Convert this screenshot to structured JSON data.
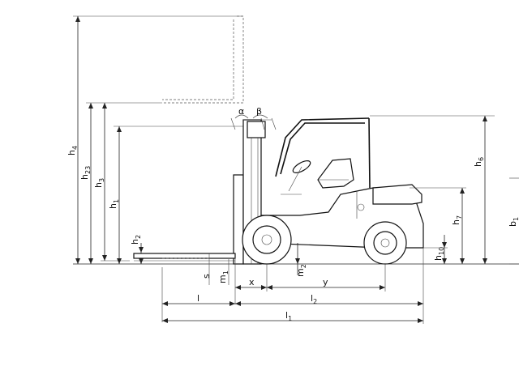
{
  "labels": {
    "h4": {
      "main": "h",
      "sub": "4"
    },
    "h23": {
      "main": "h",
      "sub": "23"
    },
    "h3": {
      "main": "h",
      "sub": "3"
    },
    "h1": {
      "main": "h",
      "sub": "1"
    },
    "h2": {
      "main": "h",
      "sub": "2"
    },
    "s": {
      "main": "s",
      "sub": ""
    },
    "m1": {
      "main": "m",
      "sub": "1"
    },
    "m2": {
      "main": "m",
      "sub": "2"
    },
    "x": {
      "main": "x",
      "sub": ""
    },
    "y": {
      "main": "y",
      "sub": ""
    },
    "l": {
      "main": "l",
      "sub": ""
    },
    "l2": {
      "main": "l",
      "sub": "2"
    },
    "l1": {
      "main": "l",
      "sub": "1"
    },
    "h6": {
      "main": "h",
      "sub": "6"
    },
    "h7": {
      "main": "h",
      "sub": "7"
    },
    "h10": {
      "main": "h",
      "sub": "10"
    },
    "b1": {
      "main": "b",
      "sub": "1"
    },
    "alpha": {
      "main": "α",
      "sub": ""
    },
    "beta": {
      "main": "β",
      "sub": ""
    }
  }
}
